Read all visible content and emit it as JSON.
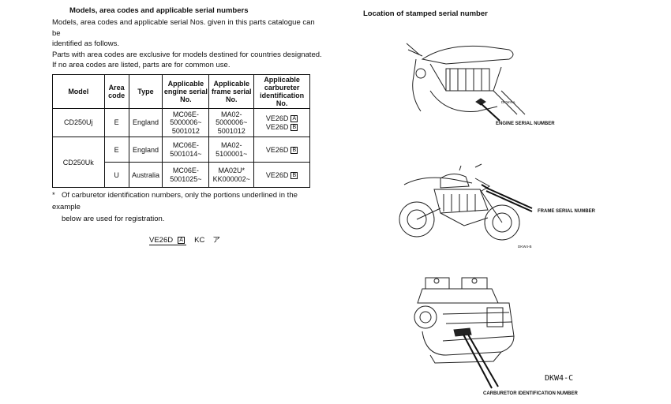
{
  "left": {
    "heading": "Models, area codes and applicable serial numbers",
    "intro_lines": [
      "Models, area codes and applicable serial Nos. given in this parts catalogue can be",
      "identified as follows.",
      "Parts with area codes are exclusive for models destined for countries designated.",
      "If no area codes are listed, parts are for common use."
    ],
    "table": {
      "headers": {
        "model": "Model",
        "area_code": "Area code",
        "type": "Type",
        "engine": "Applicable engine serial No.",
        "frame": "Applicable frame serial No.",
        "carb": "Applicable carbureter identification No."
      },
      "rows": [
        {
          "model": "CD250Uj",
          "area": "E",
          "type": "England",
          "engine": [
            "MC06E-",
            "5000006~",
            "5001012"
          ],
          "frame": [
            "MA02-",
            "5000006~",
            "5001012"
          ],
          "carb": [
            {
              "code": "VE26D",
              "box": "A"
            },
            {
              "code": "VE26D",
              "box": "B"
            }
          ]
        },
        {
          "model": "CD250Uk",
          "area": "E",
          "type": "England",
          "engine": [
            "MC06E-",
            "5001014~"
          ],
          "frame": [
            "MA02-",
            "5100001~"
          ],
          "carb": [
            {
              "code": "VE26D",
              "box": "B"
            }
          ]
        },
        {
          "model": "",
          "area": "U",
          "type": "Australia",
          "engine": [
            "MC06E-",
            "5001025~"
          ],
          "frame": [
            "MA02U*",
            "KK000002~"
          ],
          "carb": [
            {
              "code": "VE26D",
              "box": "B"
            }
          ]
        }
      ]
    },
    "note_star": "*",
    "note_line1": "Of carburetor identification numbers, only the portions underlined in the example",
    "note_line2": "below are used for registration.",
    "example": {
      "code": "VE26D",
      "box": "A",
      "kc": "KC",
      "kana": "ア"
    }
  },
  "right": {
    "heading": "Location of stamped serial number",
    "figures": [
      {
        "code": "DKW4-A",
        "caption": "ENGINE SERIAL NUMBER"
      },
      {
        "code": "DKW4-B",
        "caption": "FRAME SERIAL NUMBER"
      },
      {
        "code": "DKW4-C",
        "caption": "CARBURETOR IDENTIFICATION NUMBER"
      }
    ]
  }
}
